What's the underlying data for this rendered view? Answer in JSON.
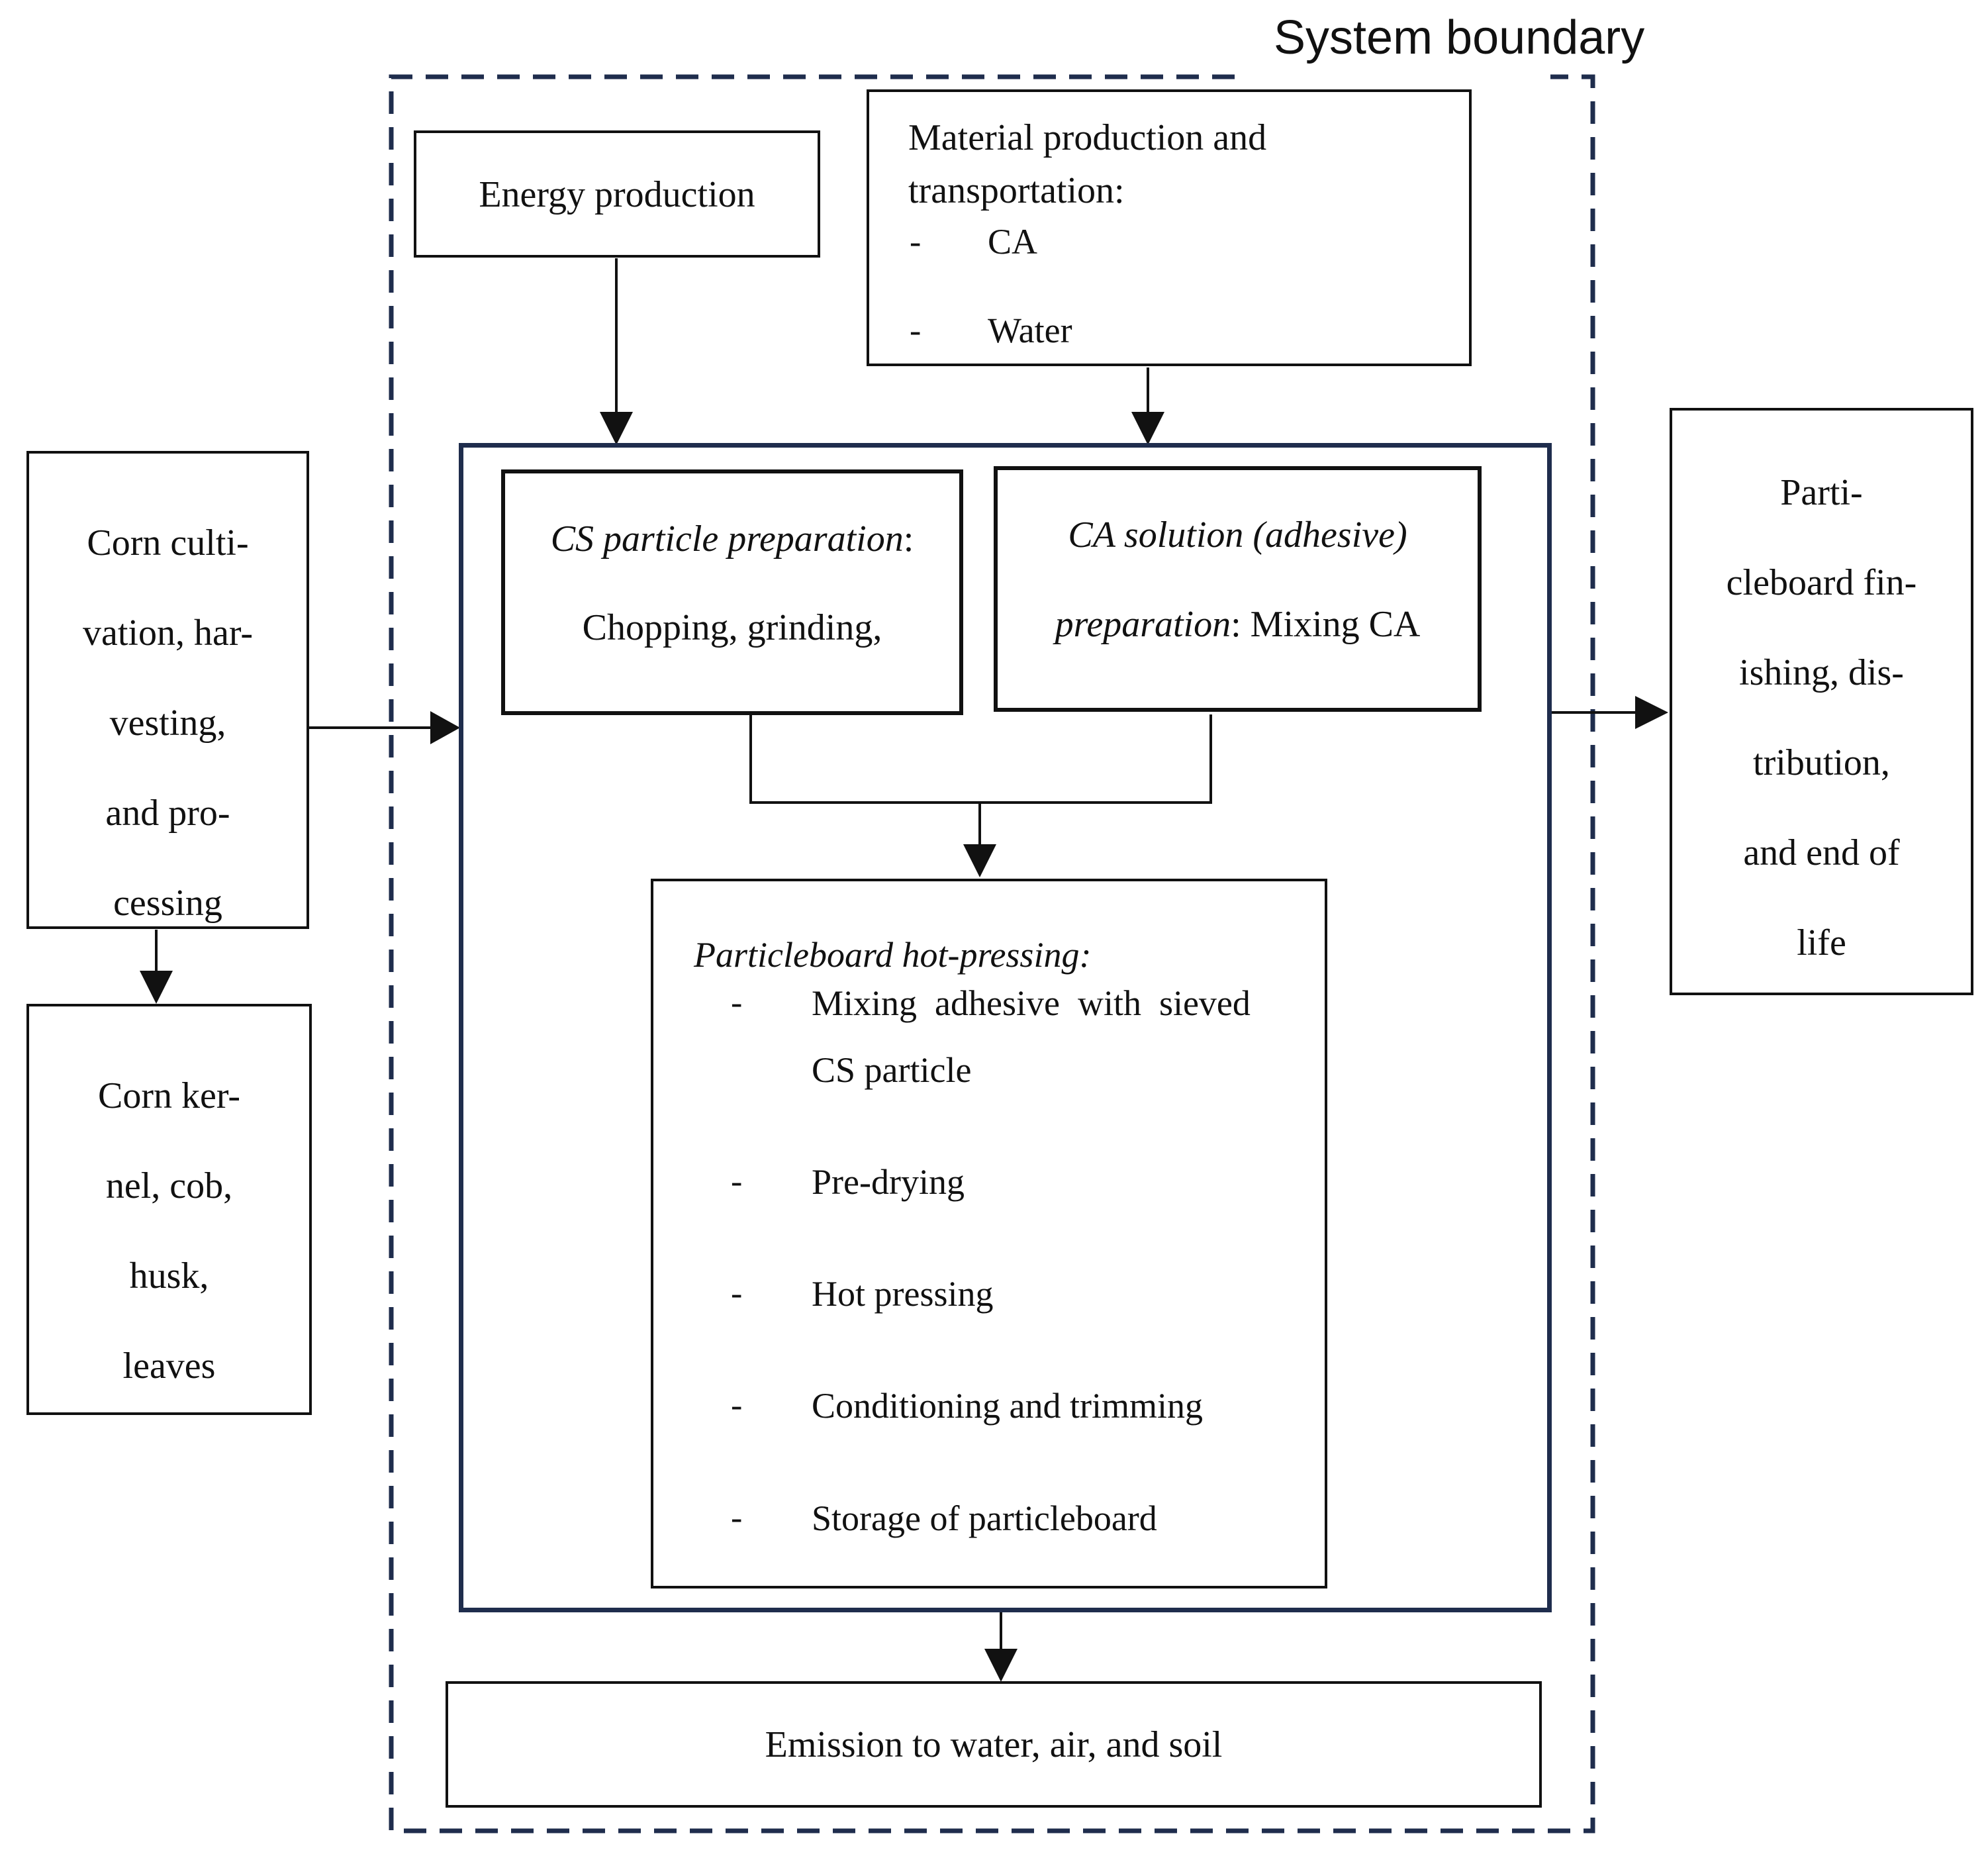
{
  "system_boundary_label": "System boundary",
  "energy": "Energy production",
  "material": {
    "title_line1": "Material production and",
    "title_line2": "transportation:",
    "bullet": "-",
    "item1": "CA",
    "item2": "Water"
  },
  "corn_cultivation": [
    "Corn culti-",
    "vation, har-",
    "vesting,",
    "and pro-",
    "cessing"
  ],
  "corn_byproducts": [
    "Corn ker-",
    "nel, cob,",
    "husk,",
    "leaves"
  ],
  "cs_prep": {
    "title_italic": "CS particle preparation",
    "colon": ":",
    "body": "Chopping, grinding,"
  },
  "ca_prep": {
    "title_italic_line1": "CA solution (adhesive)",
    "title_italic_line2": "preparation",
    "body": ": Mixing CA"
  },
  "hot_pressing": {
    "title": "Particleboard hot-pressing:",
    "bullet": "-",
    "item1_line1": "Mixing  adhesive  with  sieved",
    "item1_line2": "CS particle",
    "item2": "Pre-drying",
    "item3": "Hot pressing",
    "item4": "Conditioning and trimming",
    "item5": "Storage of particleboard"
  },
  "finishing": [
    "Parti-",
    "cleboard fin-",
    "ishing, dis-",
    "tribution,",
    "and end of",
    "life"
  ],
  "emission": "Emission to water, air, and soil",
  "colors": {
    "ink": "#111111",
    "boundary": "#1f2d4d",
    "main_box": "#1f2d4d"
  }
}
